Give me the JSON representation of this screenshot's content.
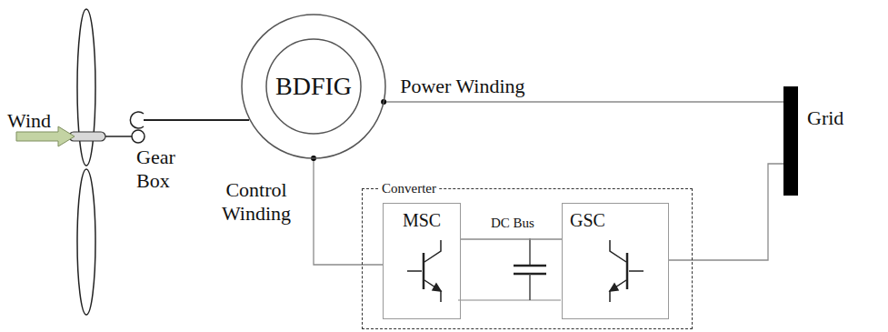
{
  "diagram": {
    "nodes": [
      {
        "text": [
          "BDFIG"
        ]
      },
      {
        "text": [
          "Grid"
        ]
      },
      {
        "text": [
          "Converter"
        ]
      },
      {
        "text": [
          "MSC"
        ],
        "in": 2
      },
      {
        "text": [
          "GSC"
        ],
        "in": 2
      }
    ],
    "edges": [
      {
        "from": 0,
        "to": 1,
        "arrow": "none",
        "label": "Power Winding"
      },
      {
        "from": 0,
        "to": 3,
        "arrow": "none",
        "label": "Control Winding"
      },
      {
        "from": 3,
        "to": 4,
        "arrow": "none"
      },
      {
        "from": 4,
        "to": 1,
        "arrow": "none"
      }
    ],
    "labels": [
      "Wind",
      "Gear Box",
      "DC Bus"
    ]
  }
}
